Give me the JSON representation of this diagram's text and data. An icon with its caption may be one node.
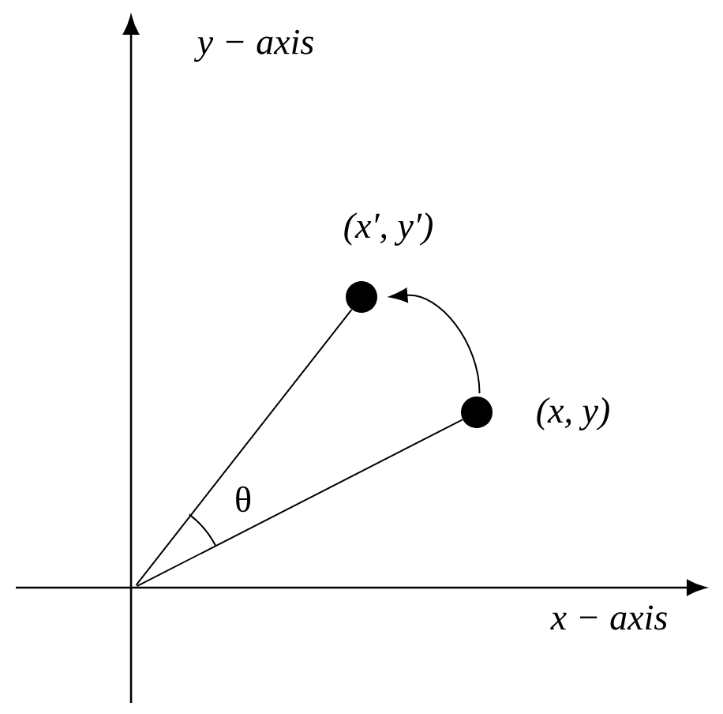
{
  "diagram": {
    "nodes": [
      {
        "text": [],
        "shape": "circle",
        "beside": [
          "(x′, y′)"
        ]
      },
      {
        "text": [],
        "shape": "circle",
        "beside": [
          "(x, y)"
        ]
      }
    ],
    "edges": [
      {
        "from": null,
        "to": 0,
        "arrow": "none"
      },
      {
        "from": null,
        "to": 1,
        "arrow": "none"
      },
      {
        "from": 1,
        "to": 0,
        "arrow": "to"
      }
    ],
    "labels": [
      "y − axis",
      "x − axis",
      "θ"
    ]
  }
}
